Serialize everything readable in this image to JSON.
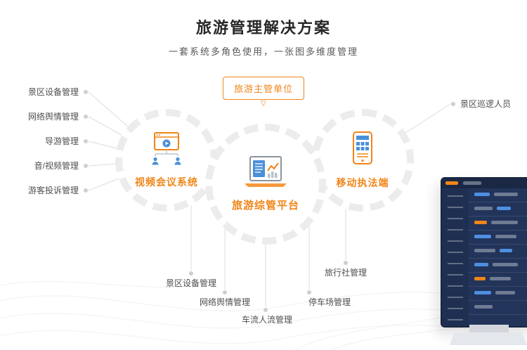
{
  "header": {
    "title": "旅游管理解决方案",
    "subtitle": "一套系统多角色使用，一张图多维度管理"
  },
  "hub": {
    "authority_label": "旅游主管单位",
    "arrow_glyph": "▽"
  },
  "circles": {
    "left": {
      "label": "视频会议系统",
      "icon": "video-conference-icon"
    },
    "center": {
      "label": "旅游综管平台",
      "icon": "laptop-dashboard-icon"
    },
    "right": {
      "label": "移动执法端",
      "icon": "mobile-enforcement-icon"
    }
  },
  "left_labels": [
    "景区设备管理",
    "网络舆情管理",
    "导游管理",
    "音/视频管理",
    "游客投诉管理"
  ],
  "right_labels": [
    "景区巡逻人员"
  ],
  "bottom_labels": [
    "景区设备管理",
    "网络舆情管理",
    "车流人流管理",
    "停车场管理",
    "旅行社管理"
  ],
  "colors": {
    "accent_orange": "#f08519",
    "accent_blue": "#4a90d9",
    "ring_gray": "#ececec",
    "line_gray": "#dcdcdc",
    "text_dark": "#262626",
    "text_gray": "#595959",
    "screen_navy": "#22345a"
  }
}
